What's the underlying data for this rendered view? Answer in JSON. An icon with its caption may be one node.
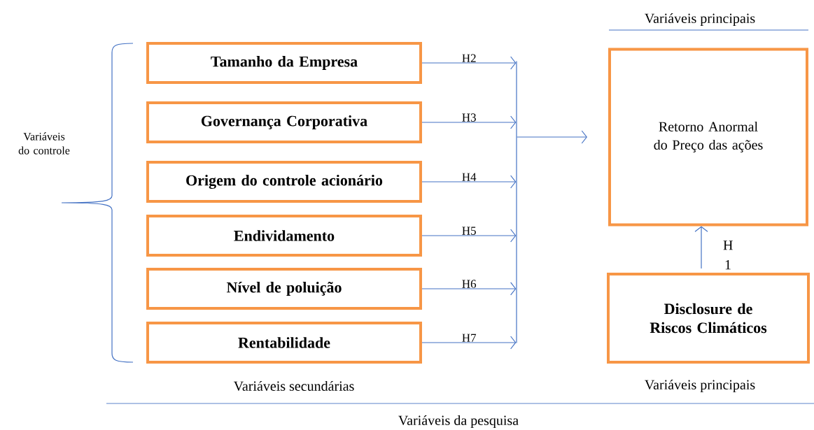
{
  "diagram": {
    "nodes": [
      {
        "text": [
          "Tamanho da Empresa"
        ]
      },
      {
        "text": [
          "Governança Corporativa"
        ]
      },
      {
        "text": [
          "Origem do controle acionário"
        ]
      },
      {
        "text": [
          "Endividamento"
        ]
      },
      {
        "text": [
          "Nível de poluição"
        ]
      },
      {
        "text": [
          "Rentabilidade"
        ]
      },
      {
        "text": [],
        "shape": "bar"
      },
      {
        "text": [
          "Retorno Anormal do Preço das ações"
        ]
      },
      {
        "text": [
          "Disclosure de Riscos Climáticos"
        ]
      }
    ],
    "edges": [
      {
        "from": 0,
        "to": 6,
        "arrow": "to",
        "label": "H2"
      },
      {
        "from": 1,
        "to": 6,
        "arrow": "to",
        "label": "H3"
      },
      {
        "from": 2,
        "to": 6,
        "arrow": "to",
        "label": "H4"
      },
      {
        "from": 3,
        "to": 6,
        "arrow": "to",
        "label": "H5"
      },
      {
        "from": 4,
        "to": 6,
        "arrow": "to",
        "label": "H6"
      },
      {
        "from": 5,
        "to": 6,
        "arrow": "to",
        "label": "H7"
      },
      {
        "from": 6,
        "to": 7,
        "arrow": "to"
      },
      {
        "from": 8,
        "to": 7,
        "arrow": "to",
        "label": "H 1"
      }
    ],
    "labels": [
      "Variáveis principais",
      "Variáveis do controle",
      "Variáveis secundárias",
      "Variáveis principais",
      "Variáveis da pesquisa"
    ]
  }
}
